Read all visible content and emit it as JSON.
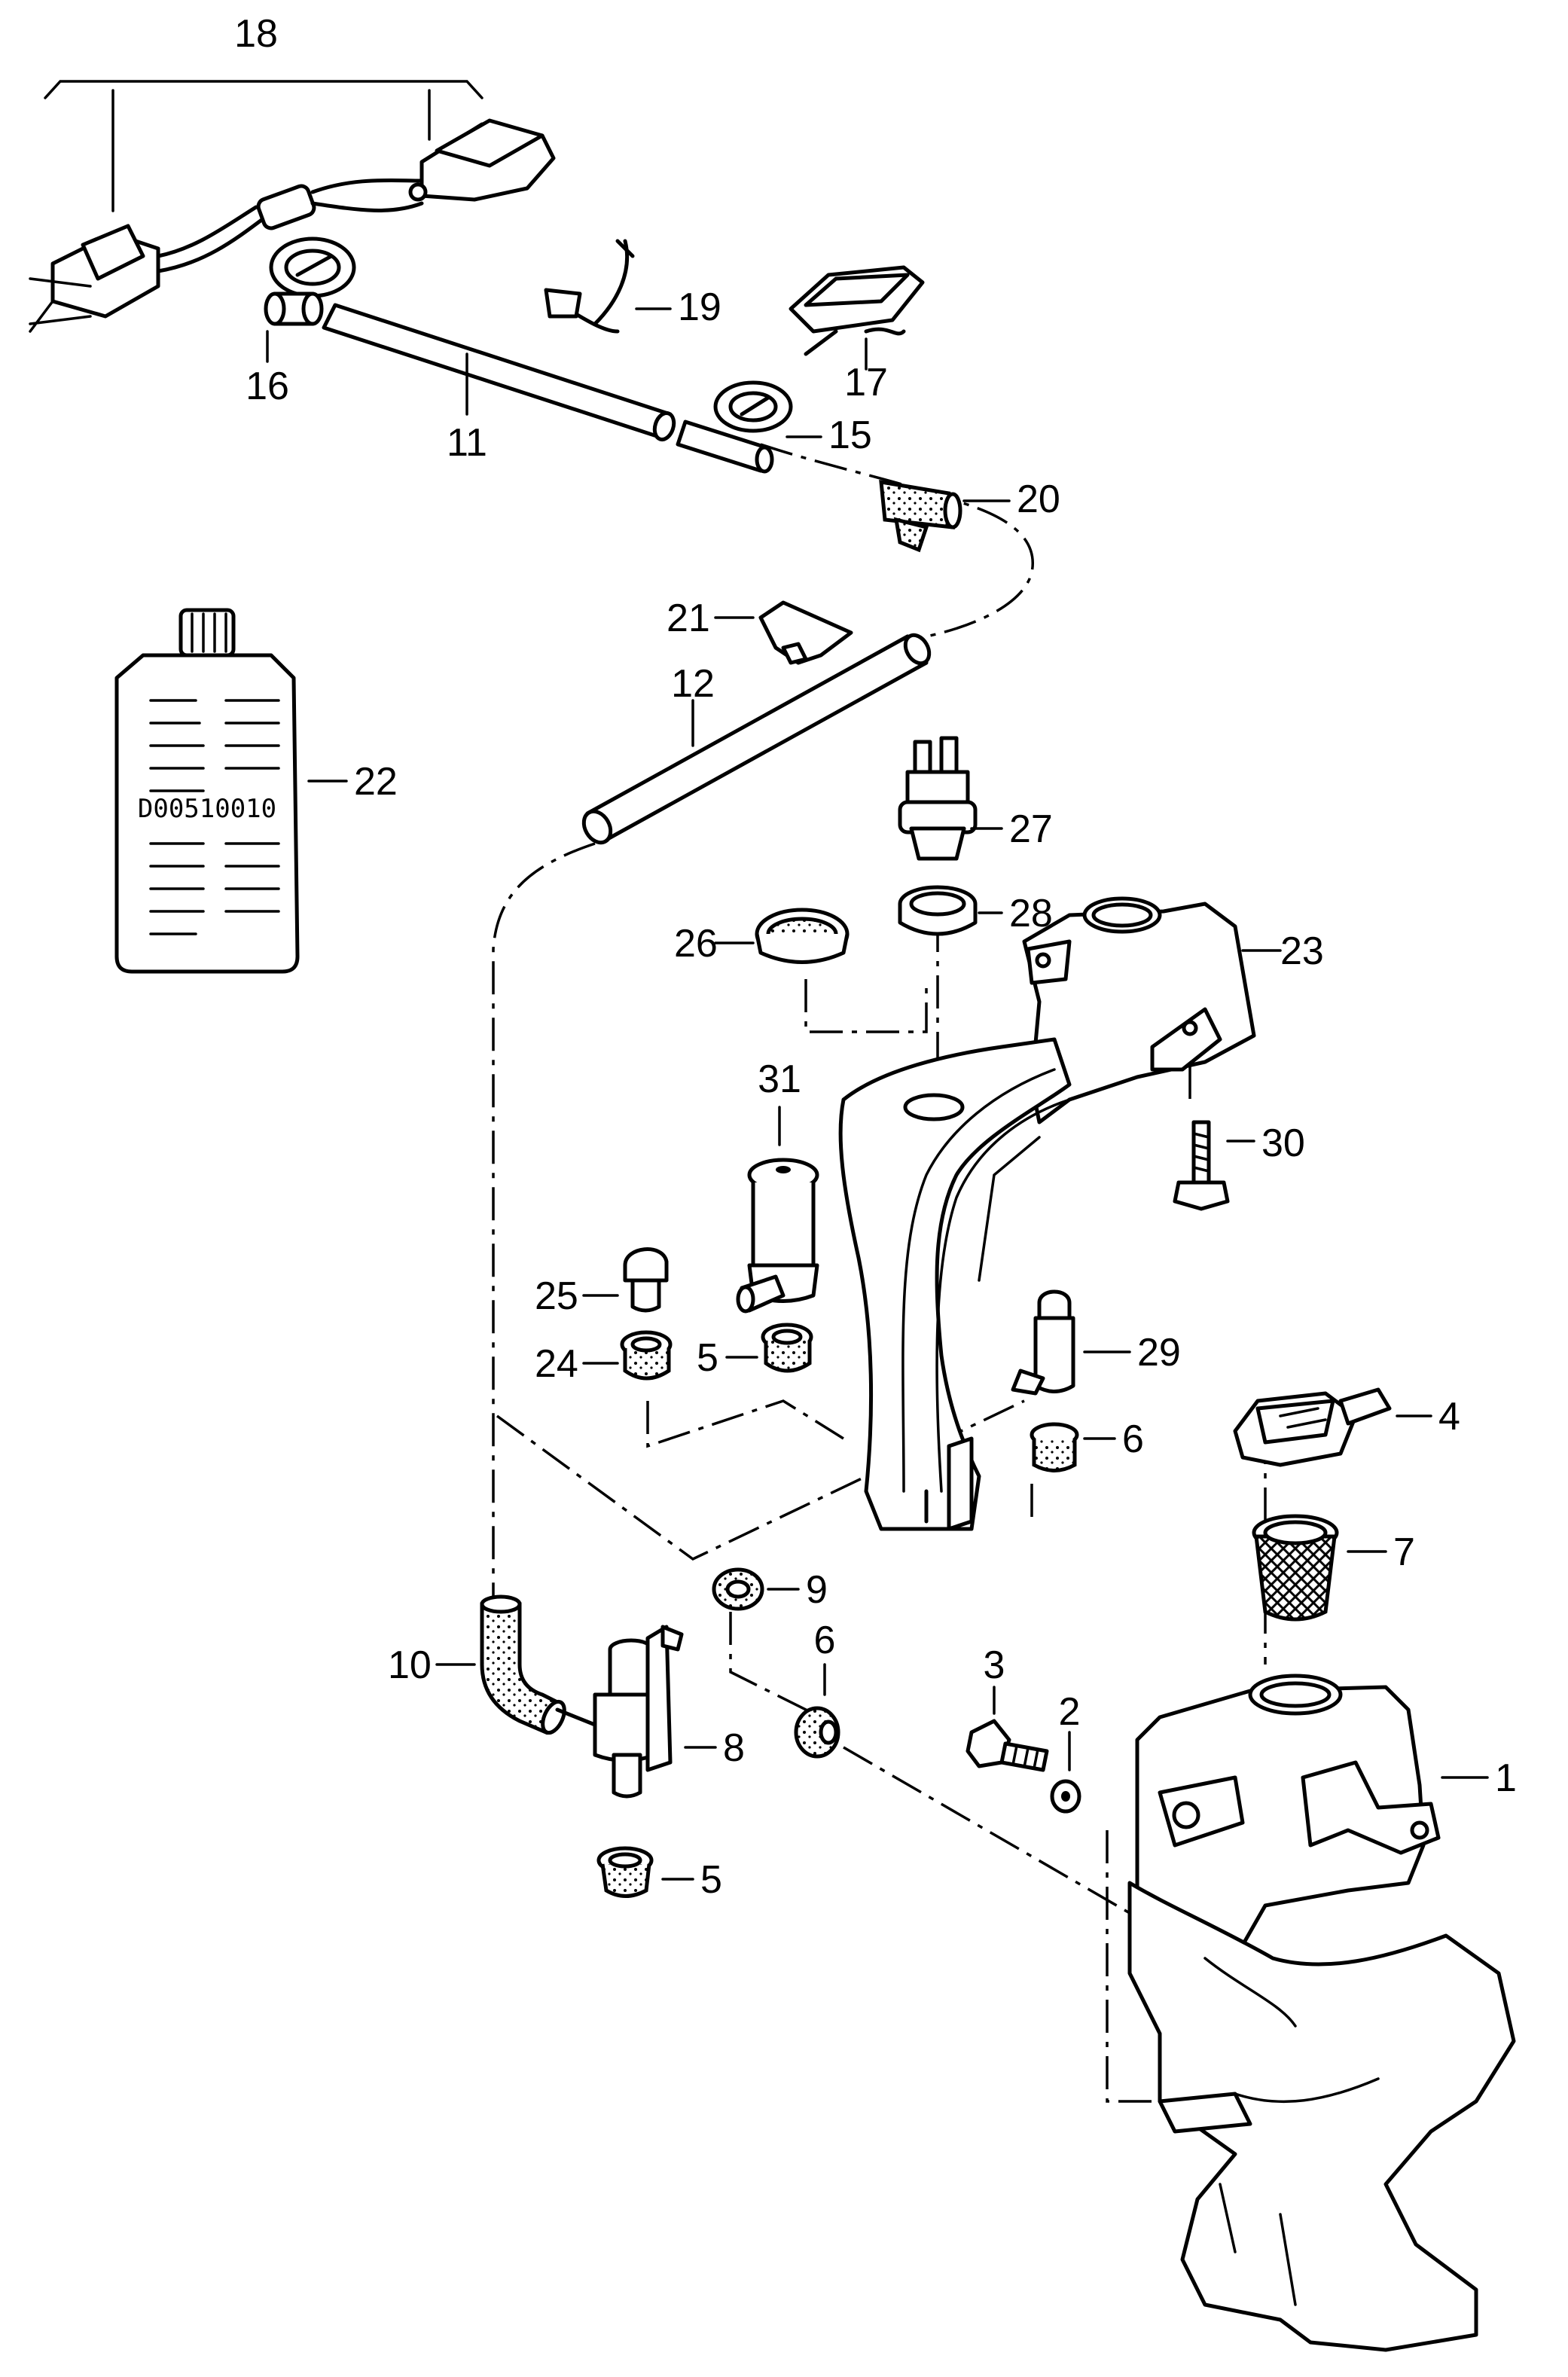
{
  "diagram": {
    "stock_code": "D00510010",
    "callouts": {
      "c1": "1",
      "c2": "2",
      "c3": "3",
      "c4": "4",
      "c5a": "5",
      "c5b": "5",
      "c6a": "6",
      "c6b": "6",
      "c7": "7",
      "c8": "8",
      "c9": "9",
      "c10": "10",
      "c11": "11",
      "c12": "12",
      "c15": "15",
      "c16": "16",
      "c17": "17",
      "c18": "18",
      "c19": "19",
      "c20": "20",
      "c21": "21",
      "c22": "22",
      "c23": "23",
      "c24": "24",
      "c25": "25",
      "c26": "26",
      "c27": "27",
      "c28": "28",
      "c29": "29",
      "c30": "30",
      "c31": "31"
    }
  }
}
